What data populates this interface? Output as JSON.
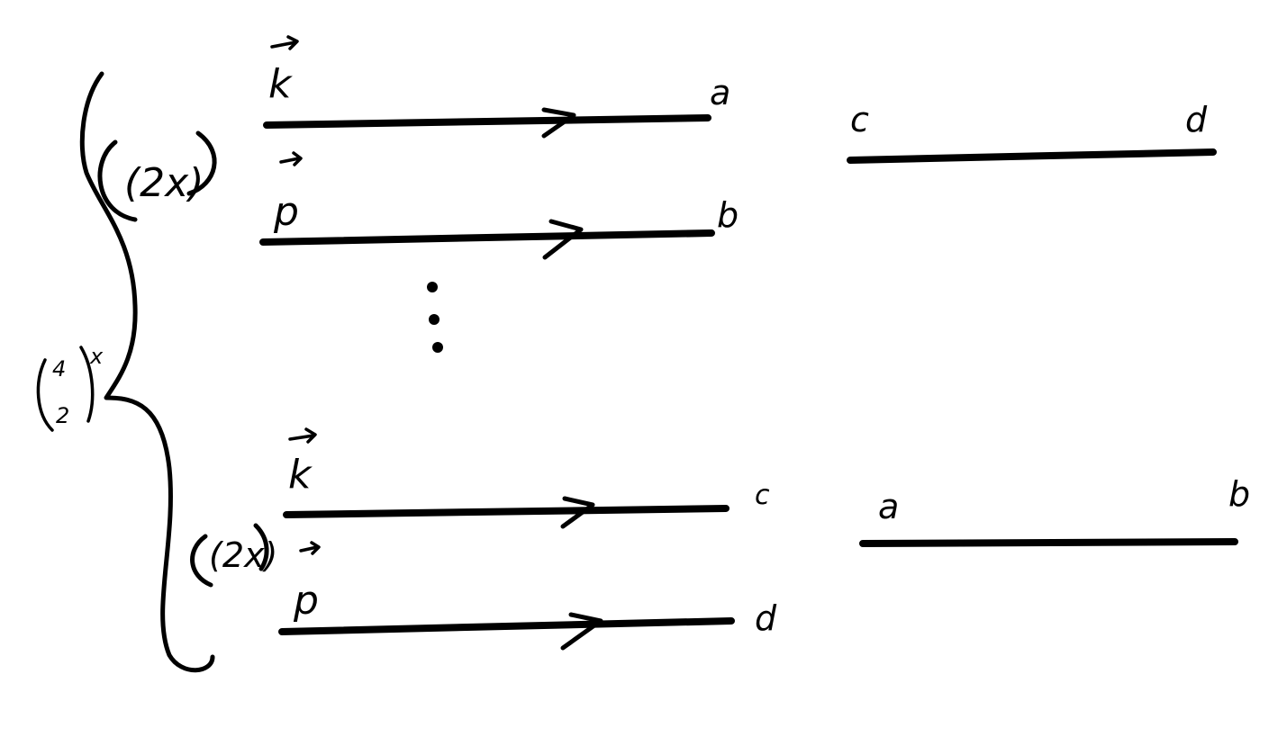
{
  "colors": {
    "ink": "#000000",
    "background": "#ffffff"
  },
  "brace": {
    "binom_top": "4",
    "binom_bottom": "2",
    "exponent": "x"
  },
  "top_group": {
    "multiplicity": "(2x)",
    "line1": {
      "momentum": "k",
      "end_label": "a"
    },
    "line2": {
      "momentum": "p",
      "end_label": "b"
    },
    "partner": {
      "left_label": "c",
      "right_label": "d"
    }
  },
  "ellipsis": "⋮",
  "bottom_group": {
    "multiplicity": "(2x)",
    "line1": {
      "momentum": "k",
      "end_label": "c"
    },
    "line2": {
      "momentum": "p",
      "end_label": "d"
    },
    "partner": {
      "left_label": "a",
      "right_label": "b"
    }
  }
}
